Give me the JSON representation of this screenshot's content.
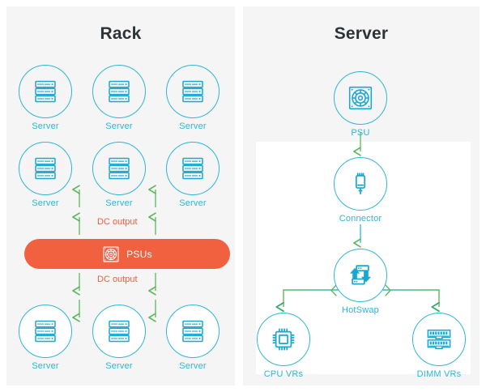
{
  "diagram": {
    "title_left": "Rack",
    "title_right": "Server",
    "colors": {
      "panel_bg": "#f5f5f5",
      "card_bg": "#ffffff",
      "teal": "#2eb6d4",
      "orange": "#f1603f",
      "green": "#5cb85c",
      "title": "#2e3338"
    }
  },
  "rack": {
    "title": "Rack",
    "top_servers": [
      {
        "label": "Server",
        "icon": "server-icon"
      },
      {
        "label": "Server",
        "icon": "server-icon"
      },
      {
        "label": "Server",
        "icon": "server-icon"
      }
    ],
    "mid_servers": [
      {
        "label": "Server",
        "icon": "server-icon"
      },
      {
        "label": "Server",
        "icon": "server-icon"
      },
      {
        "label": "Server",
        "icon": "server-icon"
      }
    ],
    "bottom_servers": [
      {
        "label": "Server",
        "icon": "server-icon"
      },
      {
        "label": "Server",
        "icon": "server-icon"
      },
      {
        "label": "Server",
        "icon": "server-icon"
      }
    ],
    "psus": {
      "label": "PSUs",
      "icon": "fan-icon"
    },
    "edge_up_label": "DC output",
    "edge_down_label": "DC output"
  },
  "server": {
    "title": "Server",
    "nodes": [
      {
        "id": "psu",
        "label": "PSU",
        "icon": "fan-icon"
      },
      {
        "id": "connector",
        "label": "Connector",
        "icon": "plug-icon"
      },
      {
        "id": "hotswap",
        "label": "HotSwap",
        "icon": "hotswap-icon"
      },
      {
        "id": "cpu_vrs",
        "label": "CPU VRs",
        "icon": "cpu-chip-icon"
      },
      {
        "id": "dimm_vrs",
        "label": "DIMM VRs",
        "icon": "memory-module-icon"
      }
    ]
  }
}
